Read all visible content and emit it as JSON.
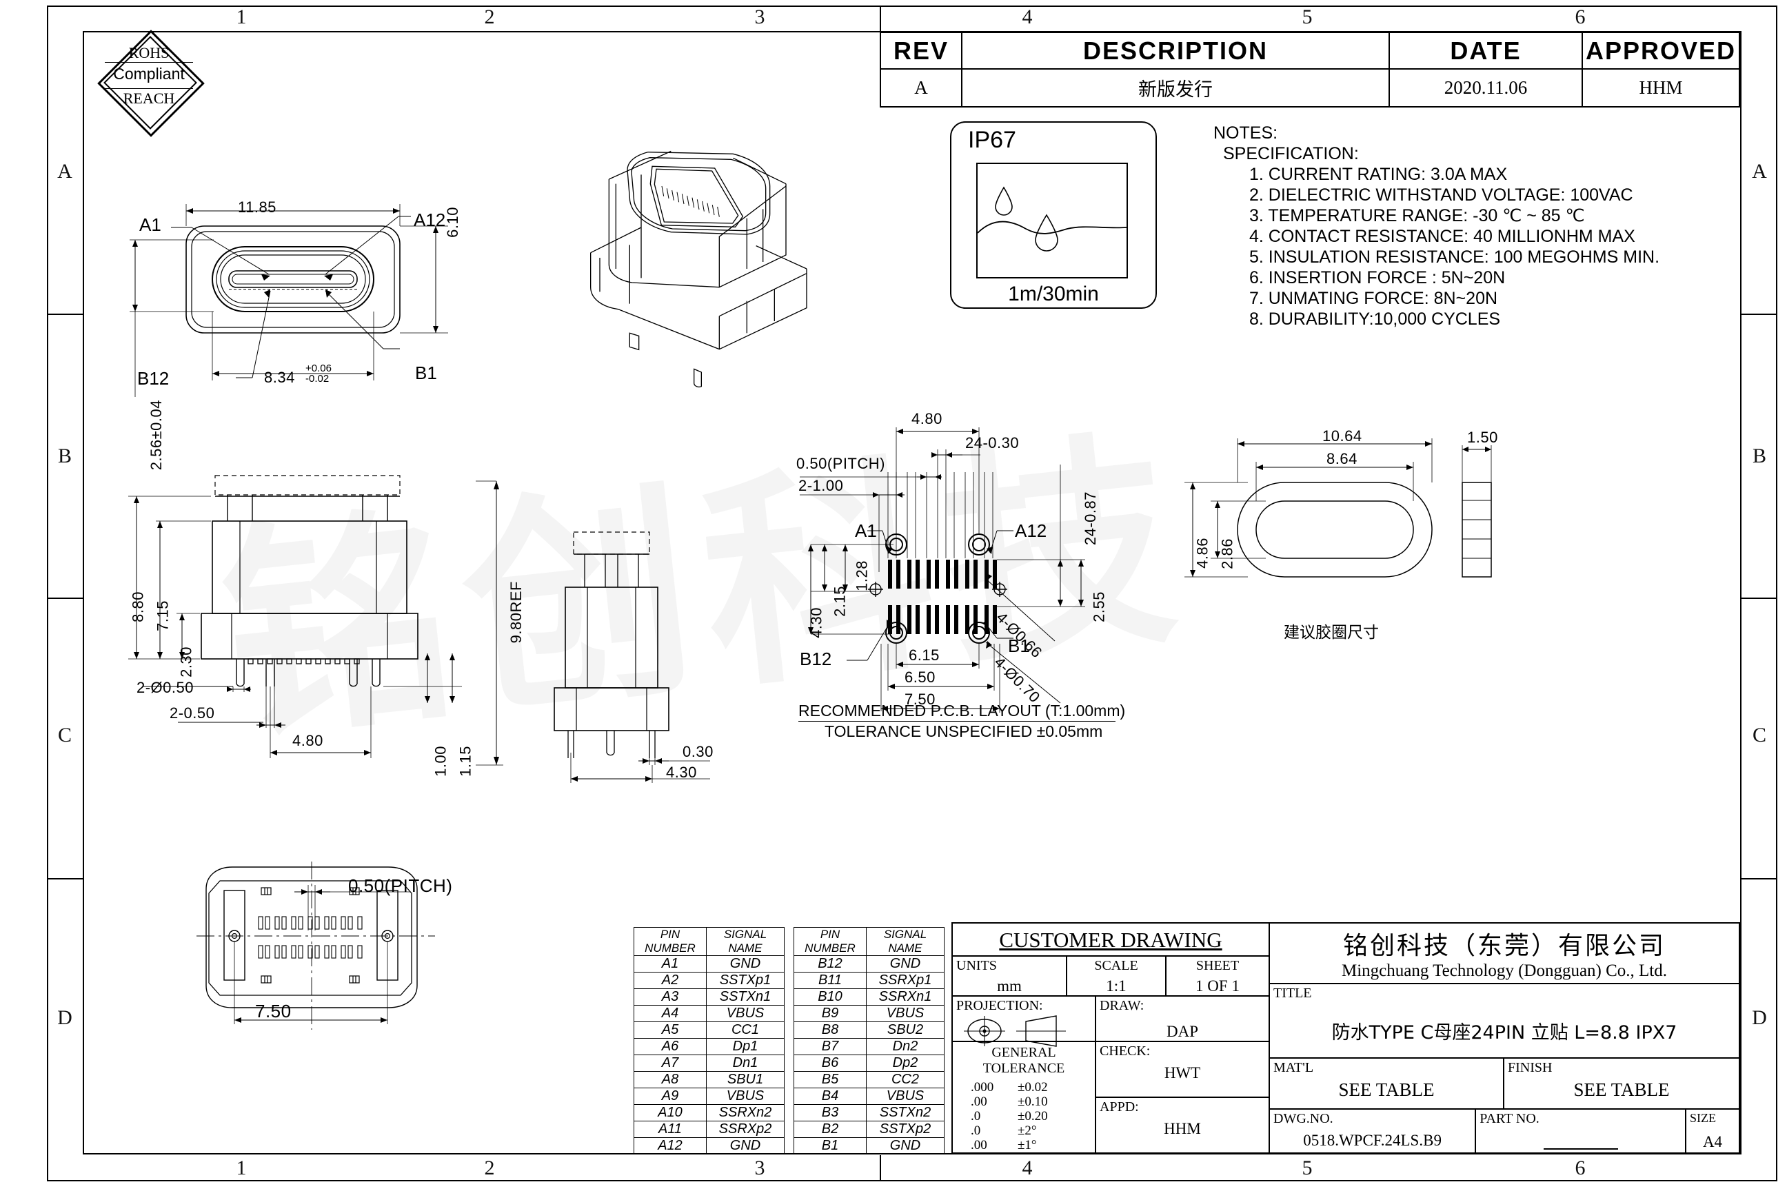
{
  "sheet": {
    "zones_top": [
      "1",
      "2",
      "3",
      "4",
      "5",
      "6"
    ],
    "zones_bottom": [
      "1",
      "2",
      "3",
      "4",
      "5",
      "6"
    ],
    "zones_left": [
      "A",
      "B",
      "C",
      "D"
    ],
    "zones_right": [
      "A",
      "B",
      "C",
      "D"
    ]
  },
  "rohs": {
    "line1": "ROHS",
    "line2": "Compliant",
    "line3": "REACH"
  },
  "revision_table": {
    "headers": [
      "REV",
      "DESCRIPTION",
      "DATE",
      "APPROVED"
    ],
    "rows": [
      {
        "rev": "A",
        "description": "新版发行",
        "date": "2020.11.06",
        "approved": "HHM"
      }
    ]
  },
  "notes": {
    "title": "NOTES:",
    "subtitle": "SPECIFICATION:",
    "items": [
      "1. CURRENT RATING: 3.0A MAX",
      "2. DIELECTRIC WITHSTAND VOLTAGE: 100VAC",
      "3. TEMPERATURE RANGE: -30 ℃ ~ 85 ℃",
      "4. CONTACT RESISTANCE: 40 MILLIONHM MAX",
      "5. INSULATION RESISTANCE: 100 MEGOHMS MIN.",
      "6. INSERTION FORCE : 5N~20N",
      "7. UNMATING FORCE: 8N~20N",
      "8. DURABILITY:10,000 CYCLES"
    ]
  },
  "ip_badge": {
    "rating": "IP67",
    "condition": "1m/30min"
  },
  "front_view": {
    "dims": {
      "width": "11.85",
      "height": "6.10",
      "opening_width": "8.34",
      "opening_tol_plus": "+0.06",
      "opening_tol_minus": "-0.02",
      "left_height": "2.56±0.04"
    },
    "callouts": {
      "a1": "A1",
      "a12": "A12",
      "b1": "B1",
      "b12": "B12"
    }
  },
  "side_view": {
    "dims": {
      "overall_height": "8.80",
      "body_height": "7.15",
      "flange_height": "2.30",
      "ref_height": "9.80REF",
      "pin_dia": "2-Ø0.50",
      "pin_width": "2-0.50",
      "pin_span": "4.80",
      "lead1": "1.00",
      "lead2": "1.15"
    }
  },
  "end_view": {
    "dims": {
      "pin_thk": "0.30",
      "pin_span": "4.30"
    }
  },
  "bottom_view": {
    "dims": {
      "pitch": "0.50(PITCH)",
      "span": "7.50"
    }
  },
  "pcb_layout": {
    "caption_line1": "RECOMMENDED  P.C.B. LAYOUT (T:1.00mm)",
    "caption_line2": "TOLERANCE  UNSPECIFIED  ±0.05mm",
    "dims": {
      "top_span": "4.80",
      "pad_count_width": "24-0.30",
      "pad_count_height": "24-0.87",
      "pitch": "0.50(PITCH)",
      "two_one": "2-1.00",
      "d128": "1.28",
      "d215": "2.15",
      "d430": "4.30",
      "d255": "2.55",
      "hole_a": "4-Ø0.66",
      "hole_b": "4-Ø0.70",
      "d615": "6.15",
      "d650": "6.50",
      "d750": "7.50"
    },
    "callouts": {
      "a1": "A1",
      "a12": "A12",
      "b1": "B1",
      "b12": "B12"
    }
  },
  "gasket_view": {
    "caption": "建议胶圈尺寸",
    "dims": {
      "outer_w": "10.64",
      "inner_w": "8.64",
      "outer_h": "4.86",
      "inner_h": "2.86",
      "thickness": "1.50"
    }
  },
  "pin_table": {
    "headers": [
      "PIN NUMBER",
      "SIGNAL NAME"
    ],
    "left_rows": [
      [
        "A1",
        "GND"
      ],
      [
        "A2",
        "SSTXp1"
      ],
      [
        "A3",
        "SSTXn1"
      ],
      [
        "A4",
        "VBUS"
      ],
      [
        "A5",
        "CC1"
      ],
      [
        "A6",
        "Dp1"
      ],
      [
        "A7",
        "Dn1"
      ],
      [
        "A8",
        "SBU1"
      ],
      [
        "A9",
        "VBUS"
      ],
      [
        "A10",
        "SSRXn2"
      ],
      [
        "A11",
        "SSRXp2"
      ],
      [
        "A12",
        "GND"
      ]
    ],
    "right_rows": [
      [
        "B12",
        "GND"
      ],
      [
        "B11",
        "SSRXp1"
      ],
      [
        "B10",
        "SSRXn1"
      ],
      [
        "B9",
        "VBUS"
      ],
      [
        "B8",
        "SBU2"
      ],
      [
        "B7",
        "Dn2"
      ],
      [
        "B6",
        "Dp2"
      ],
      [
        "B5",
        "CC2"
      ],
      [
        "B4",
        "VBUS"
      ],
      [
        "B3",
        "SSTXn2"
      ],
      [
        "B2",
        "SSTXp2"
      ],
      [
        "B1",
        "GND"
      ]
    ]
  },
  "title_block": {
    "heading": "CUSTOMER DRAWING",
    "units_label": "UNITS",
    "units_value": "mm",
    "scale_label": "SCALE",
    "scale_value": "1:1",
    "sheet_label": "SHEET",
    "sheet_value": "1 OF 1",
    "projection_label": "PROJECTION:",
    "draw_label": "DRAW:",
    "draw_value": "DAP",
    "check_label": "CHECK:",
    "check_value": "HWT",
    "appd_label": "APPD:",
    "appd_value": "HHM",
    "tolerance_title": "GENERAL  TOLERANCE",
    "tolerance_rows": [
      [
        ".000",
        "±0.02"
      ],
      [
        ".00",
        "±0.10"
      ],
      [
        ".0",
        "±0.20"
      ],
      [
        ".0",
        "±2°"
      ],
      [
        ".00",
        "±1°"
      ]
    ],
    "company_cn": "铭创科技（东莞）有限公司",
    "company_en": "Mingchuang Technology (Dongguan) Co., Ltd.",
    "title_label": "TITLE",
    "title_value": "防水TYPE C母座24PIN 立贴 L=8.8 IPX7",
    "matl_label": "MAT'L",
    "matl_value": "SEE TABLE",
    "finish_label": "FINISH",
    "finish_value": "SEE TABLE",
    "dwgno_label": "DWG.NO.",
    "dwgno_value": "0518.WPCF.24LS.B9",
    "partno_label": "PART NO.",
    "partno_value": "",
    "size_label": "SIZE",
    "size_value": "A4"
  },
  "watermark": {
    "text": "铭创科技"
  }
}
